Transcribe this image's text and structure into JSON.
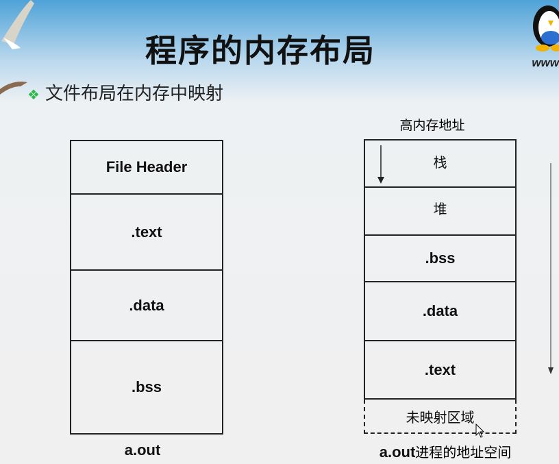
{
  "slide": {
    "title": "程序的内存布局",
    "bullet": "文件布局在内存中映射",
    "website_fragment": "www"
  },
  "left": {
    "sections": [
      "File Header",
      ".text",
      ".data",
      ".bss"
    ],
    "caption": "a.out"
  },
  "right": {
    "top_label": "高内存地址",
    "sections": [
      "栈",
      "堆",
      ".bss",
      ".data",
      ".text"
    ],
    "unmapped": "未映射区域",
    "caption_prefix": "a.out",
    "caption_suffix": "进程的地址空间"
  }
}
